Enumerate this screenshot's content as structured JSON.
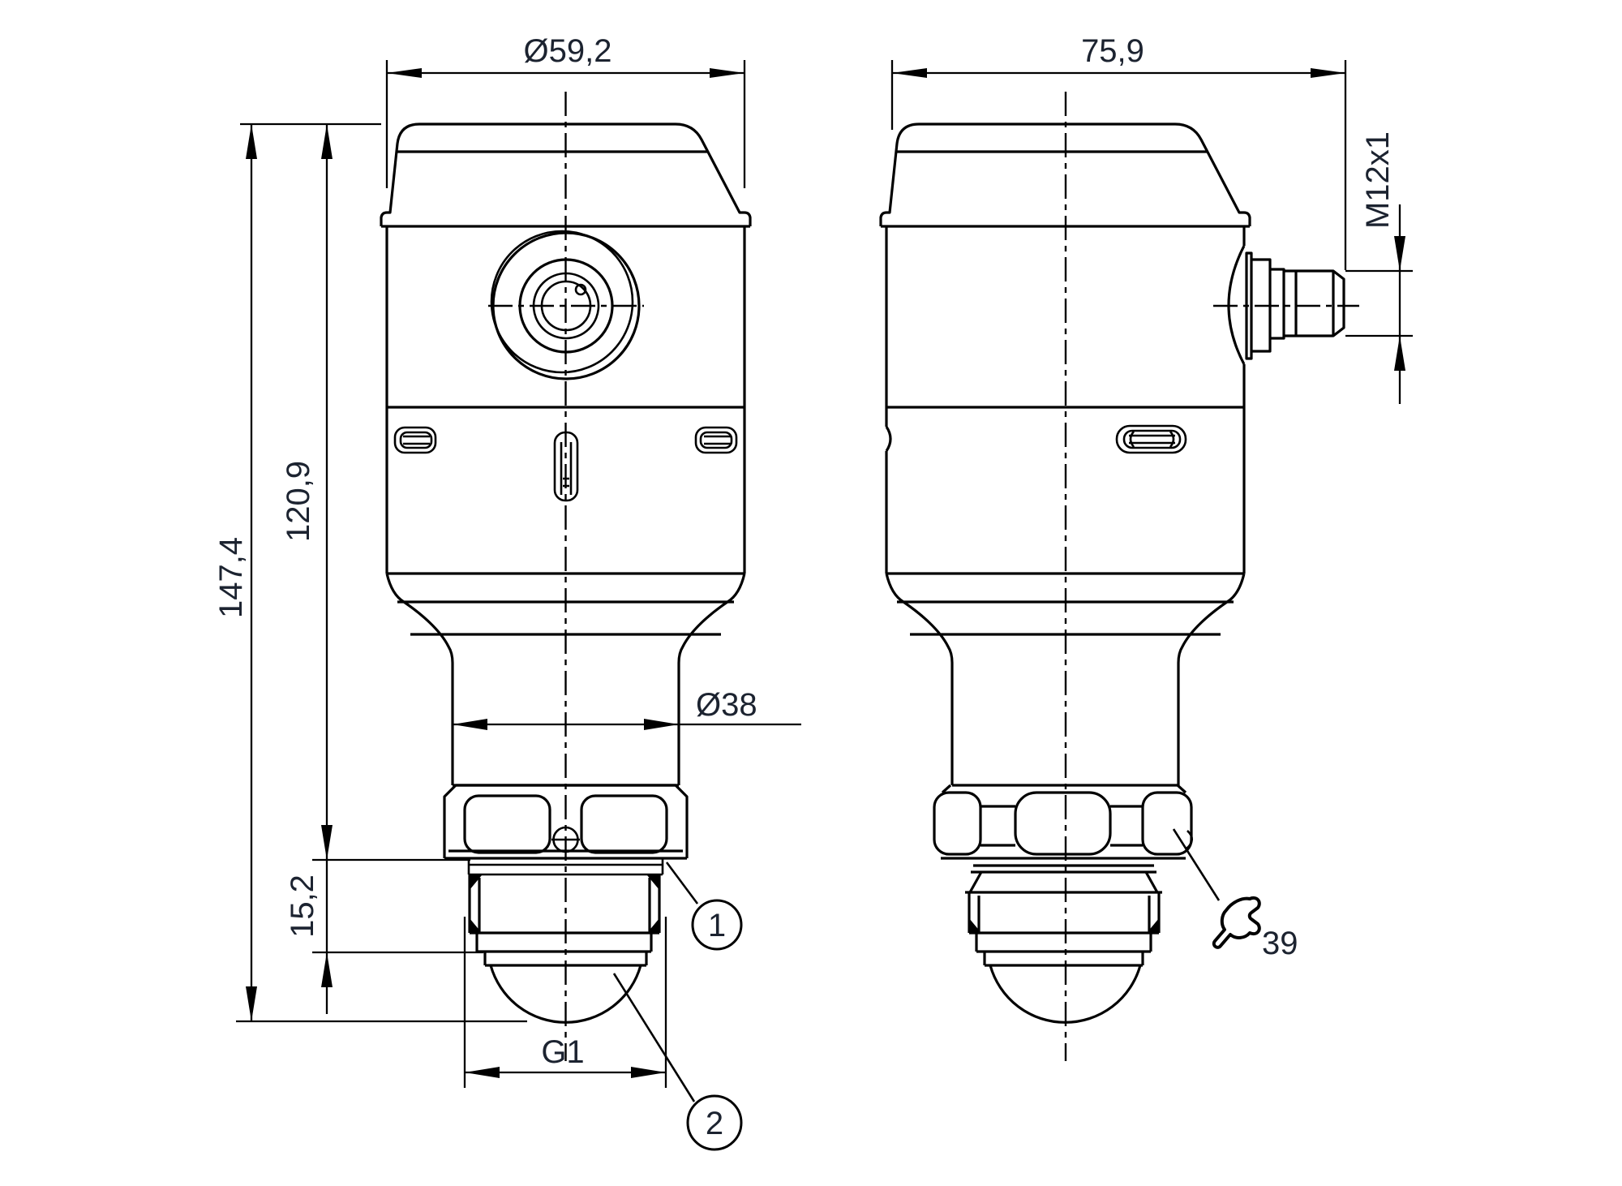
{
  "drawing": {
    "type": "technical-dimension-drawing",
    "colors": {
      "background": "#ffffff",
      "line": "#000000",
      "text": "#1c2330"
    }
  },
  "front_view": {
    "dim_head_diameter": "Ø59,2",
    "dim_overall_height": "147,4",
    "dim_body_height": "120,9",
    "dim_thread_length": "15,2",
    "dim_neck_diameter": "Ø38",
    "dim_process_connection": "G1",
    "callout_1": "1",
    "callout_2": "2"
  },
  "side_view": {
    "dim_overall_width": "75,9",
    "dim_connector_thread": "M12x1",
    "wrench_size": "39"
  }
}
